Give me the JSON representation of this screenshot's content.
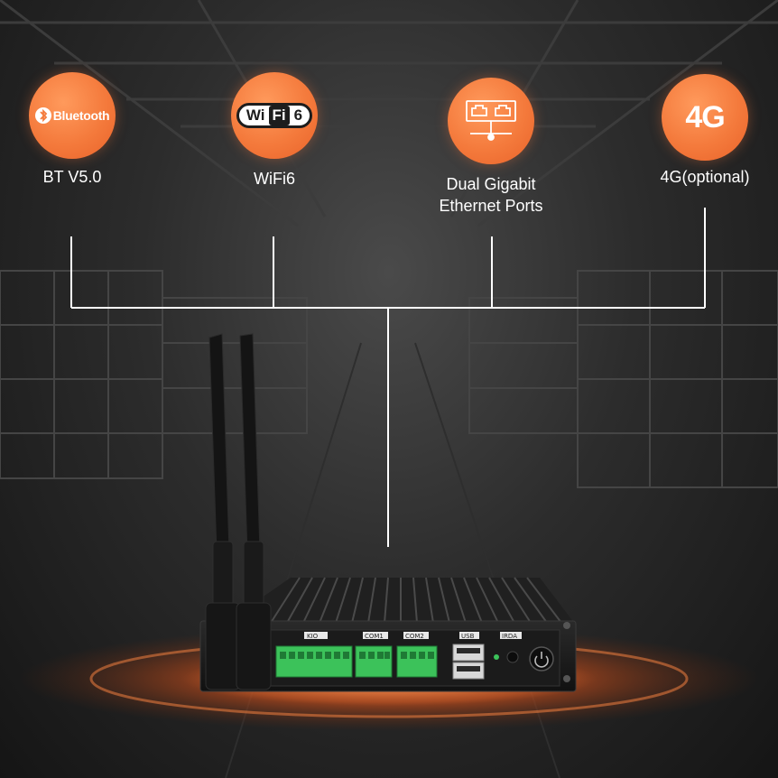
{
  "features": [
    {
      "id": "bluetooth",
      "logo_text": "Bluetooth",
      "label_lines": [
        "BT V5.0"
      ]
    },
    {
      "id": "wifi",
      "logo_text_a": "Wi",
      "logo_text_b": "Fi",
      "logo_text_c": "6",
      "label_lines": [
        "WiFi6"
      ]
    },
    {
      "id": "ethernet",
      "icon": "ethernet-ports-icon",
      "label_lines": [
        "Dual Gigabit",
        "Ethernet Ports"
      ]
    },
    {
      "id": "cellular",
      "logo_text": "4G",
      "label_lines": [
        "4G(optional)"
      ]
    }
  ],
  "device": {
    "port_labels": [
      "KIO",
      "COM1",
      "COM2",
      "USB",
      "IRDA"
    ]
  },
  "colors": {
    "accent": "#f47a3c",
    "glow": "#e8642b",
    "line": "#ffffff",
    "device_body": "#1c1c1c",
    "terminal_green": "#3cc25a"
  }
}
